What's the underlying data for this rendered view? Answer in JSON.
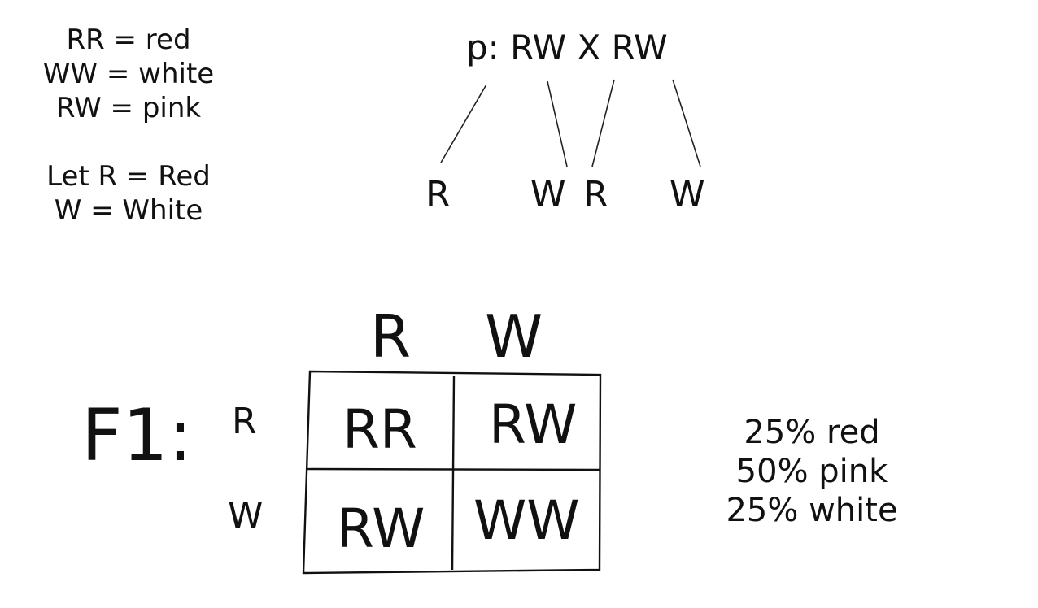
{
  "legend": {
    "lines": [
      "RR = red",
      "WW = white",
      "RW = pink"
    ],
    "let_lines": [
      "Let R = Red",
      "W = White"
    ]
  },
  "cross": {
    "parent_label": "p: RW X RW",
    "gametes": [
      "R",
      "W",
      "R",
      "W"
    ]
  },
  "punnett": {
    "generation_label": "F1:",
    "column_headers": [
      "R",
      "W"
    ],
    "row_headers": [
      "R",
      "W"
    ],
    "cells": [
      [
        "RR",
        "RW"
      ],
      [
        "RW",
        "WW"
      ]
    ]
  },
  "results": [
    "25% red",
    "50% pink",
    "25% white"
  ]
}
